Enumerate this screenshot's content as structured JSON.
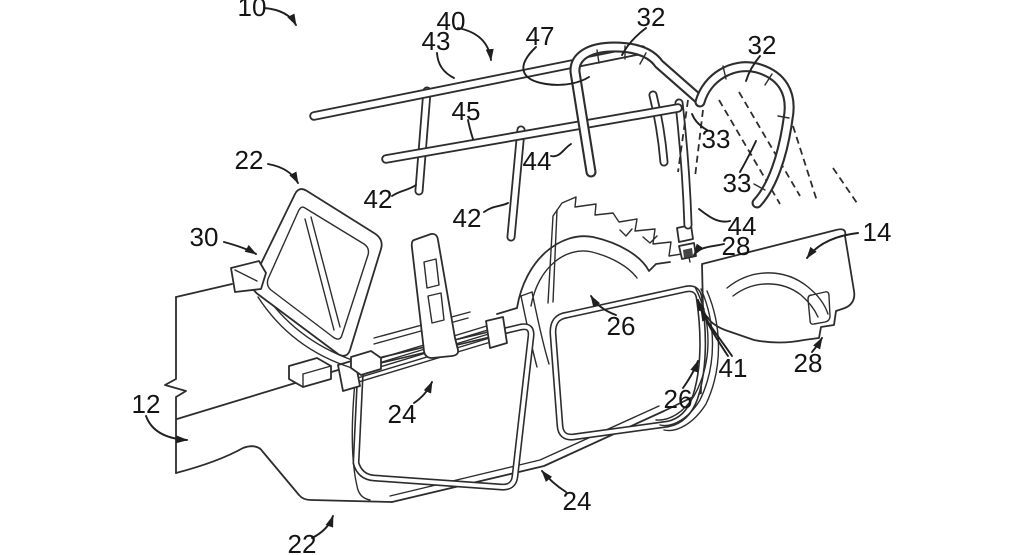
{
  "figure": {
    "kind": "patent line drawing",
    "subject": "vehicle body side structure with roof rack rails, sport bars, windshield frame and rear quarter panel",
    "background_color": "#ffffff",
    "line_color": "#2d2d2d"
  },
  "labels": [
    {
      "text": "10"
    },
    {
      "text": "40"
    },
    {
      "text": "43"
    },
    {
      "text": "47"
    },
    {
      "text": "32"
    },
    {
      "text": "32"
    },
    {
      "text": "45"
    },
    {
      "text": "44"
    },
    {
      "text": "33"
    },
    {
      "text": "33"
    },
    {
      "text": "22"
    },
    {
      "text": "42"
    },
    {
      "text": "42"
    },
    {
      "text": "30"
    },
    {
      "text": "44"
    },
    {
      "text": "28"
    },
    {
      "text": "14"
    },
    {
      "text": "26"
    },
    {
      "text": "41"
    },
    {
      "text": "26"
    },
    {
      "text": "12"
    },
    {
      "text": "24"
    },
    {
      "text": "24"
    },
    {
      "text": "28"
    },
    {
      "text": "22"
    }
  ]
}
